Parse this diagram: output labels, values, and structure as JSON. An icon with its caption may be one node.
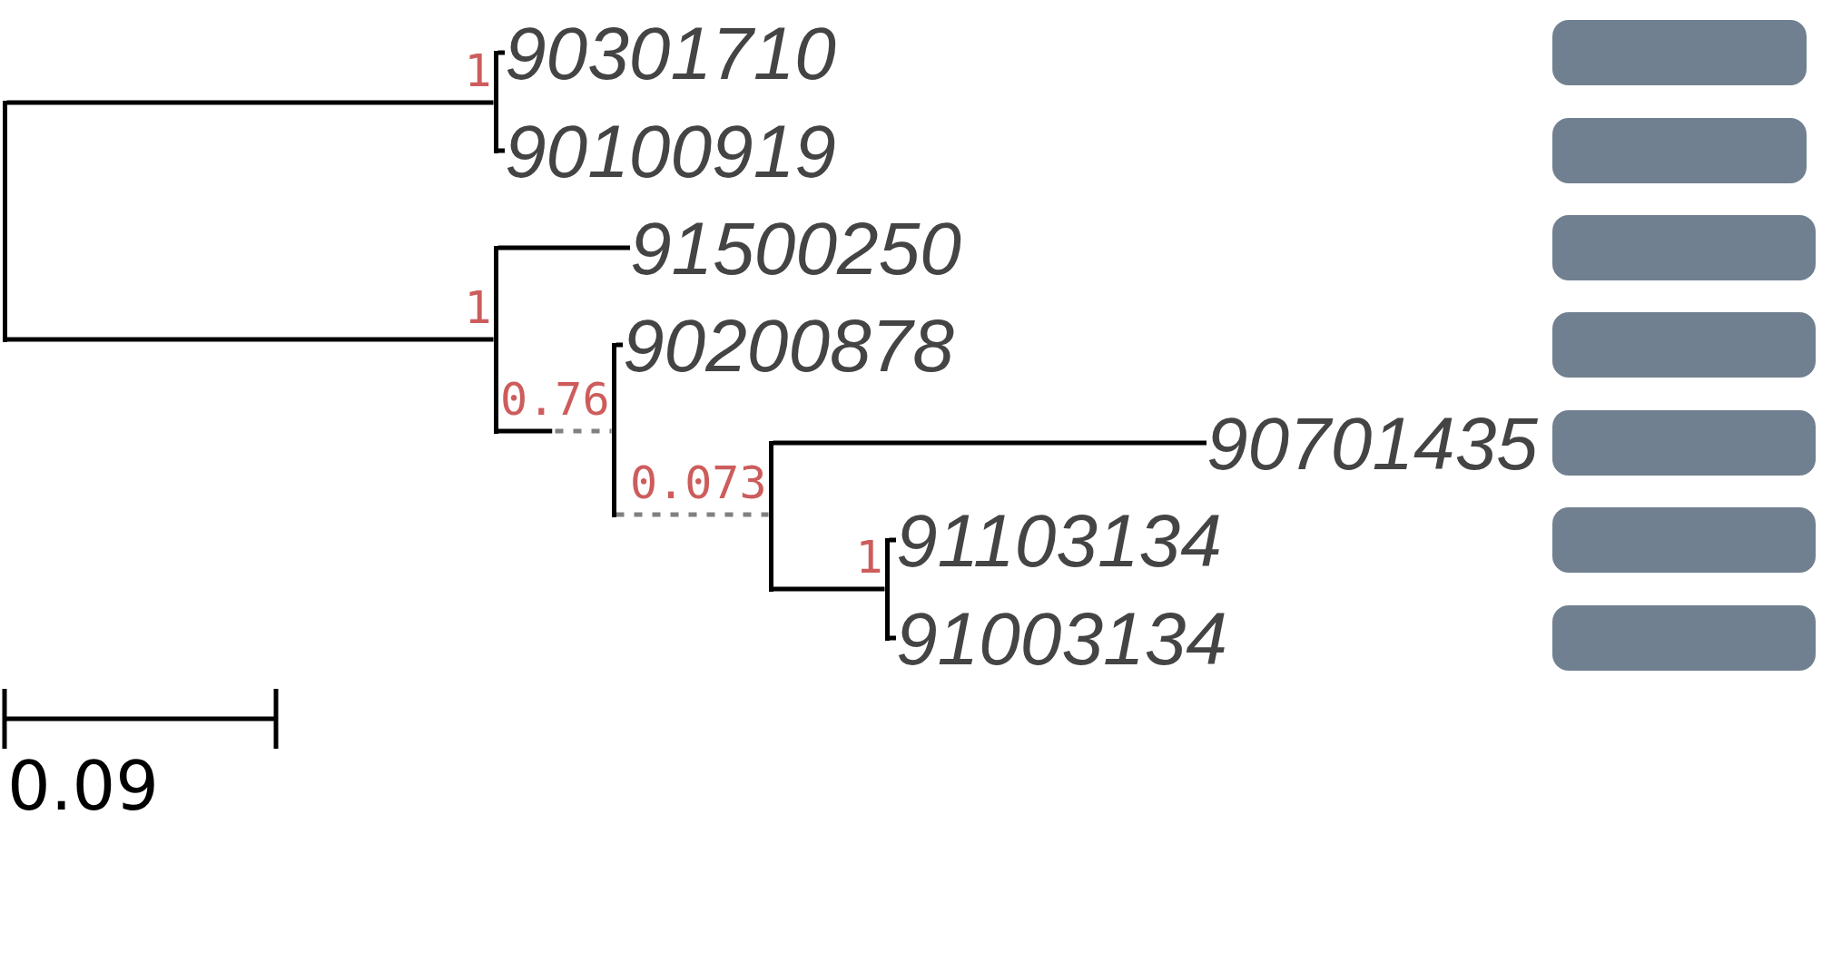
{
  "diagram": {
    "nodes": [
      {
        "text": [],
        "shape": "bar"
      },
      {
        "text": [],
        "shape": "bar"
      },
      {
        "text": [
          "90301710"
        ]
      },
      {
        "text": [
          "90100919"
        ]
      },
      {
        "text": [],
        "shape": "bar"
      },
      {
        "text": [
          "91500250"
        ]
      },
      {
        "text": [],
        "shape": "bar"
      },
      {
        "text": [
          "90200878"
        ]
      },
      {
        "text": [],
        "shape": "bar"
      },
      {
        "text": [
          "90701435"
        ]
      },
      {
        "text": [],
        "shape": "bar"
      },
      {
        "text": [
          "91103134"
        ]
      },
      {
        "text": [
          "91003134"
        ]
      },
      {
        "text": [],
        "shape": "box"
      },
      {
        "text": [],
        "shape": "box"
      },
      {
        "text": [],
        "shape": "box"
      },
      {
        "text": [],
        "shape": "box"
      },
      {
        "text": [],
        "shape": "box"
      },
      {
        "text": [],
        "shape": "box"
      },
      {
        "text": [],
        "shape": "box"
      }
    ],
    "edges": [
      {
        "from": 0,
        "to": 1,
        "arrow": "none",
        "label": "1"
      },
      {
        "from": 1,
        "to": 2,
        "arrow": "none"
      },
      {
        "from": 1,
        "to": 3,
        "arrow": "none"
      },
      {
        "from": 0,
        "to": 4,
        "arrow": "none",
        "label": "1"
      },
      {
        "from": 4,
        "to": 5,
        "arrow": "none"
      },
      {
        "from": 4,
        "to": 6,
        "arrow": "none",
        "label": "0.76"
      },
      {
        "from": 6,
        "to": 7,
        "arrow": "none"
      },
      {
        "from": 6,
        "to": 8,
        "arrow": "none",
        "label": "0.073",
        "style": "dashed",
        "color": "#808080"
      },
      {
        "from": 8,
        "to": 9,
        "arrow": "none"
      },
      {
        "from": 8,
        "to": 10,
        "arrow": "none",
        "label": "1"
      },
      {
        "from": 10,
        "to": 11,
        "arrow": "none"
      },
      {
        "from": 10,
        "to": 12,
        "arrow": "none"
      }
    ],
    "labels": [
      "0.09"
    ]
  }
}
